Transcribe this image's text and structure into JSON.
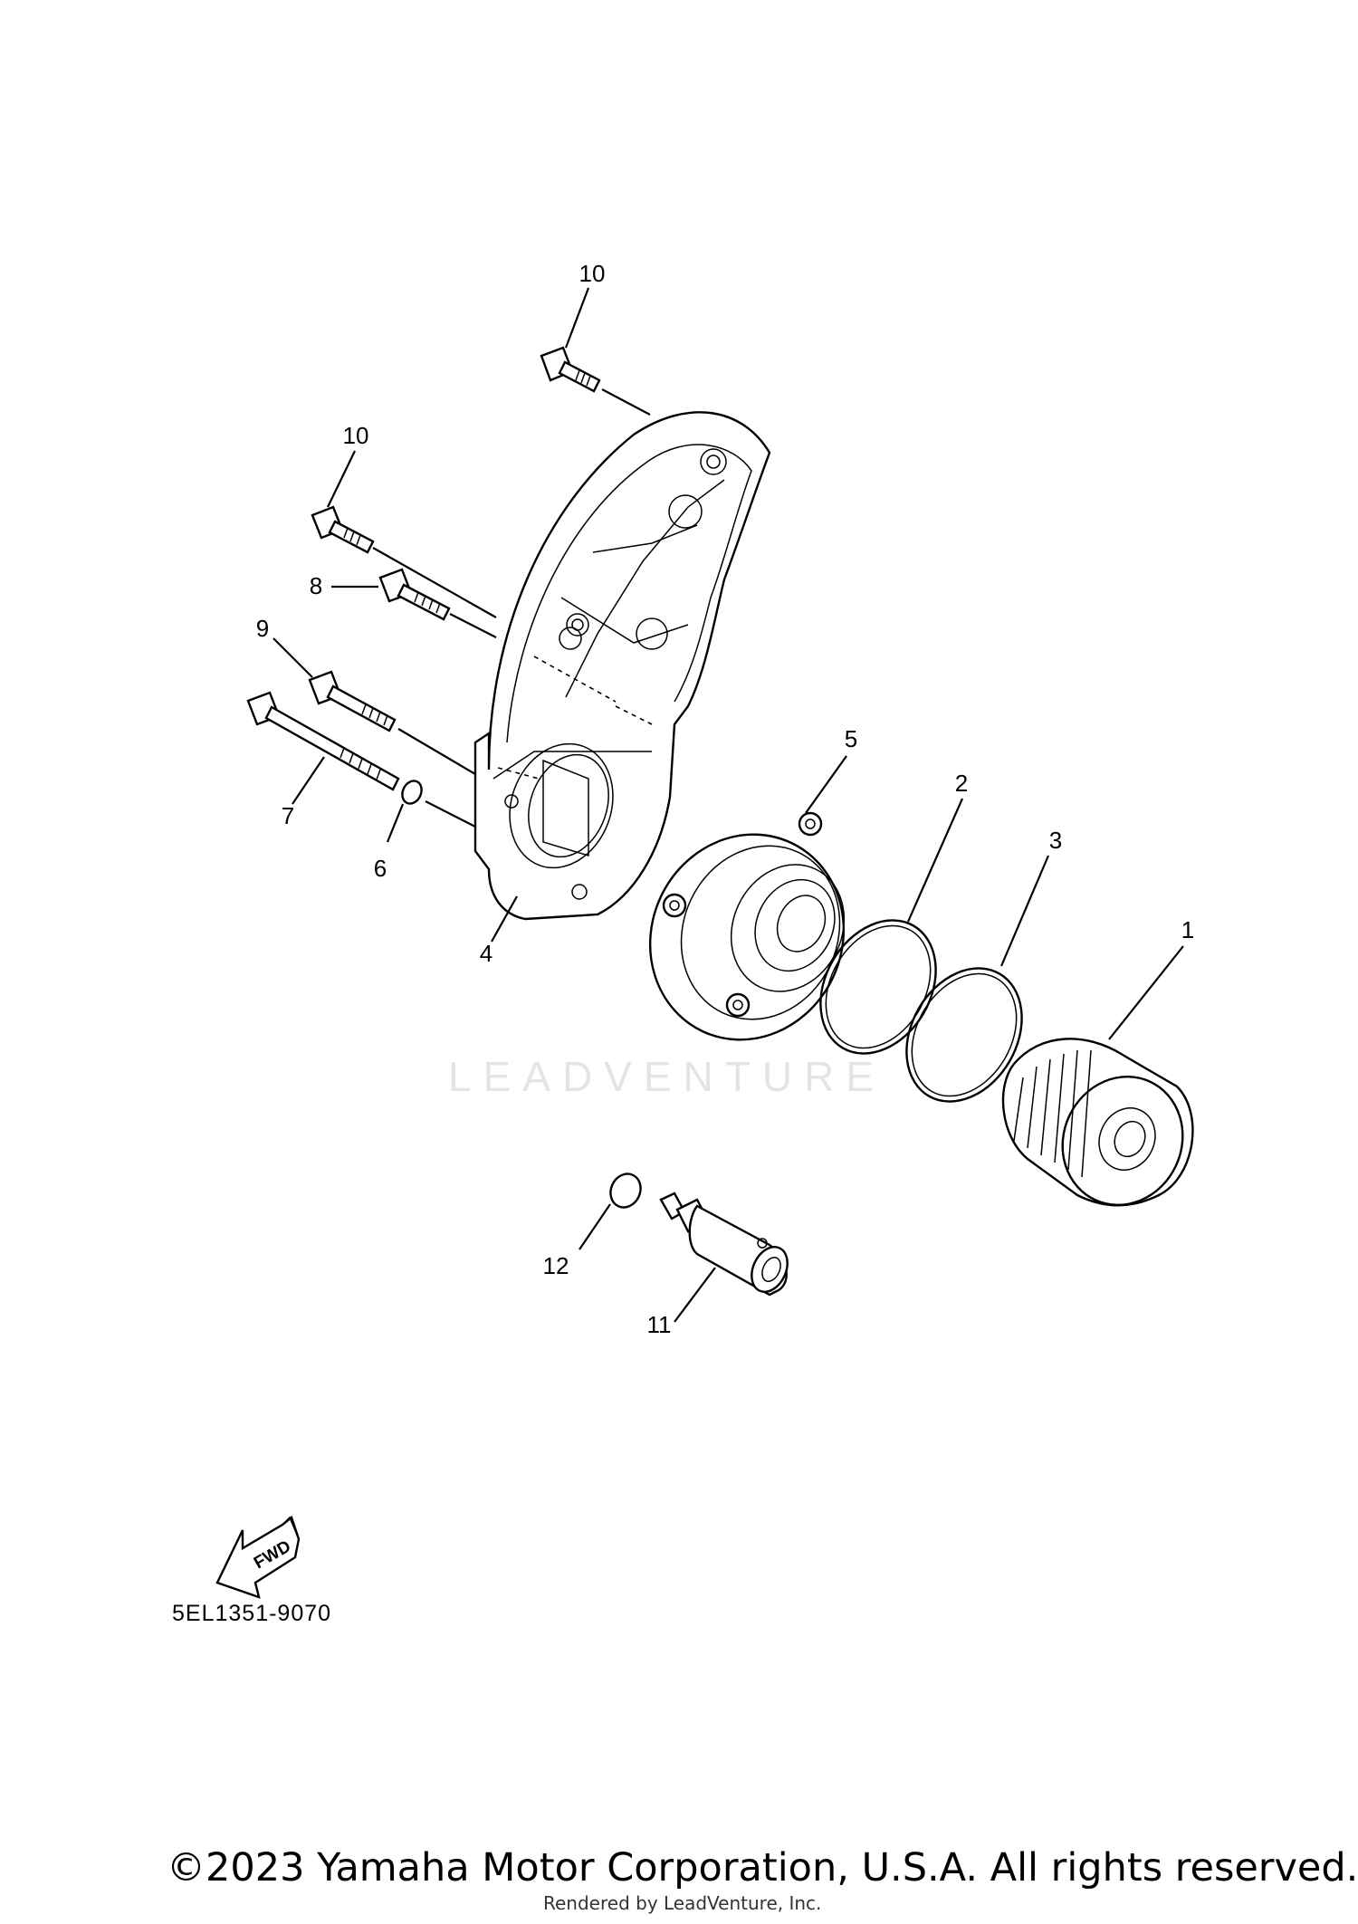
{
  "diagram": {
    "callouts": [
      {
        "id": "1",
        "label": "1"
      },
      {
        "id": "2",
        "label": "2"
      },
      {
        "id": "3",
        "label": "3"
      },
      {
        "id": "4",
        "label": "4"
      },
      {
        "id": "5",
        "label": "5"
      },
      {
        "id": "6",
        "label": "6"
      },
      {
        "id": "7",
        "label": "7"
      },
      {
        "id": "8",
        "label": "8"
      },
      {
        "id": "9",
        "label": "9"
      },
      {
        "id": "10a",
        "label": "10"
      },
      {
        "id": "10b",
        "label": "10"
      },
      {
        "id": "11",
        "label": "11"
      },
      {
        "id": "12",
        "label": "12"
      }
    ],
    "fwd_label": "FWD",
    "diagram_code": "5EL1351-9070",
    "watermark": "LEADVENTURE"
  },
  "footer": {
    "copyright": "©2023 Yamaha Motor Corporation, U.S.A. All rights reserved.",
    "rendered_by": "Rendered by LeadVenture, Inc."
  }
}
